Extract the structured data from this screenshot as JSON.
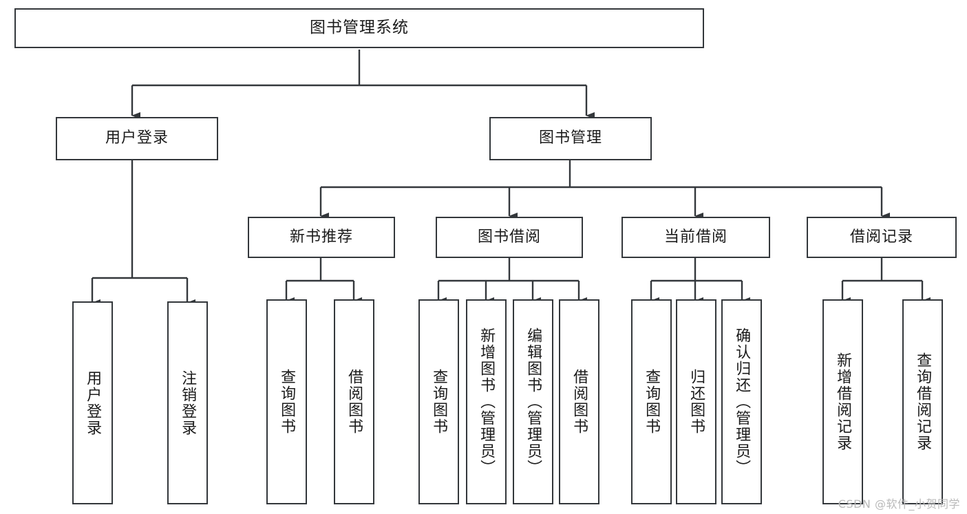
{
  "diagram": {
    "kind": "tree-hierarchy-chart",
    "root": {
      "id": "root",
      "label": "图书管理系统"
    },
    "level2": [
      {
        "id": "login",
        "label": "用户登录"
      },
      {
        "id": "bookmgmt",
        "label": "图书管理"
      }
    ],
    "level3": [
      {
        "id": "newbook",
        "label": "新书推荐"
      },
      {
        "id": "borrow",
        "label": "图书借阅"
      },
      {
        "id": "current",
        "label": "当前借阅"
      },
      {
        "id": "record",
        "label": "借阅记录"
      }
    ],
    "leaves": [
      {
        "id": "leaf-1",
        "parent": "login",
        "label": "用户登录"
      },
      {
        "id": "leaf-2",
        "parent": "login",
        "label": "注销登录"
      },
      {
        "id": "leaf-3",
        "parent": "newbook",
        "label": "查询图书"
      },
      {
        "id": "leaf-4",
        "parent": "newbook",
        "label": "借阅图书"
      },
      {
        "id": "leaf-5",
        "parent": "borrow",
        "label": "查询图书"
      },
      {
        "id": "leaf-6",
        "parent": "borrow",
        "label": "新增图书（管理员）"
      },
      {
        "id": "leaf-7",
        "parent": "borrow",
        "label": "编辑图书（管理员）"
      },
      {
        "id": "leaf-8",
        "parent": "borrow",
        "label": "借阅图书"
      },
      {
        "id": "leaf-9",
        "parent": "current",
        "label": "查询图书"
      },
      {
        "id": "leaf-10",
        "parent": "current",
        "label": "归还图书"
      },
      {
        "id": "leaf-11",
        "parent": "current",
        "label": "确认归还（管理员）"
      },
      {
        "id": "leaf-12",
        "parent": "record",
        "label": "新增借阅记录"
      },
      {
        "id": "leaf-13",
        "parent": "record",
        "label": "查询借阅记录"
      }
    ],
    "colors": {
      "stroke": "#33373b",
      "fill": "#ffffff",
      "text": "#1b1b1b",
      "watermark": "#b9b9b9"
    }
  },
  "watermark": {
    "text": "CSDN @软件_小贺同学"
  }
}
